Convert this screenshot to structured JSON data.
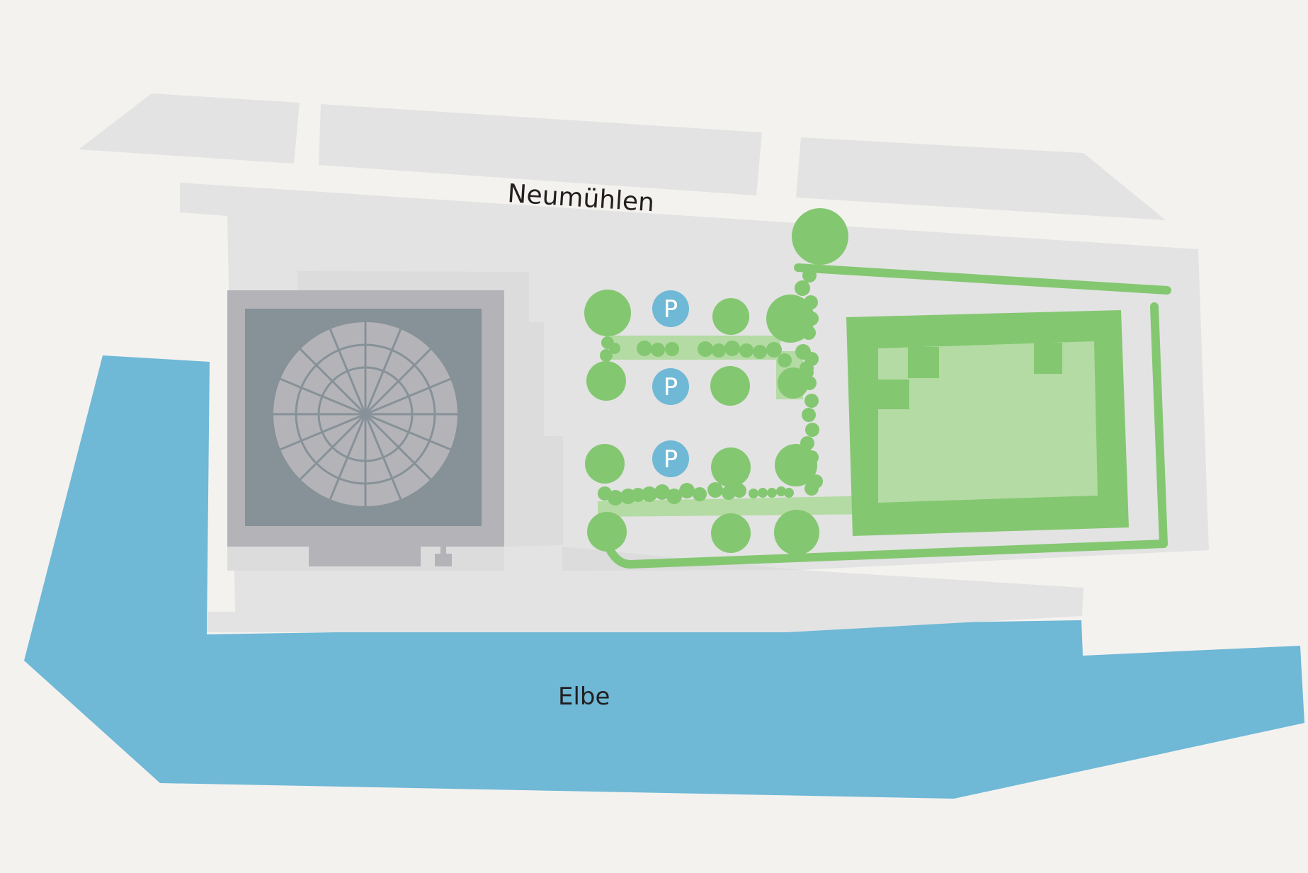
{
  "labels": {
    "street": "Neumühlen",
    "river": "Elbe"
  },
  "parking": {
    "symbol": "P"
  },
  "colors": {
    "background": "#f4f2ef",
    "ground": "#e3e3e3",
    "water": "#6fb8d6",
    "building_outer": "#b3b3b8",
    "building_inner": "#869198",
    "dome": "#b4b4b8",
    "green": "#84c771",
    "light_green": "#b3dba3",
    "parking": "#6fb8d6"
  }
}
